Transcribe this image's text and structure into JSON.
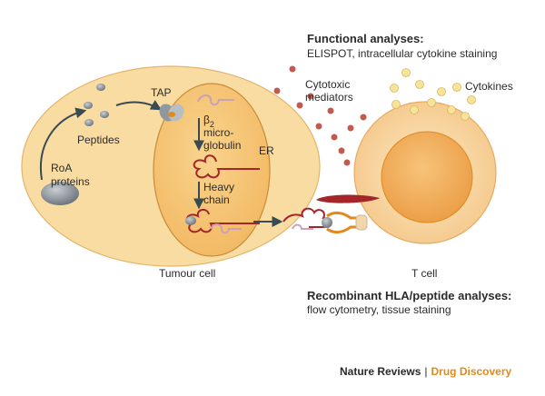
{
  "header": {
    "functional_title": "Functional analyses:",
    "functional_sub": "ELISPOT, intracellular cytokine staining"
  },
  "labels": {
    "tap": "TAP",
    "peptides": "Peptides",
    "roa_line1": "RoA",
    "roa_line2": "proteins",
    "beta_symbol": "β",
    "beta_sub": "2",
    "micro": "micro-",
    "globulin": "globulin",
    "er": "ER",
    "heavy": "Heavy",
    "chain": "chain",
    "cytotoxic": "Cytotoxic",
    "mediators": "mediators",
    "cytokines": "Cytokines",
    "tumour_cell": "Tumour cell",
    "t_cell": "T cell"
  },
  "footer": {
    "recomb_title": "Recombinant HLA/peptide analyses:",
    "recomb_sub": "flow cytometry, tissue staining",
    "journal": "Nature Reviews",
    "separator": "|",
    "section": "Drug Discovery"
  },
  "colors": {
    "cell_fill": "#f9dca2",
    "er_fill": "#f7c97a",
    "tcell_fill": "#fbd9a3",
    "nucleus_fill": "#f6b865",
    "accent": "#e08a1e",
    "heavy_chain": "#a3262b",
    "b2m": "#c8a0b8",
    "mediator": "#c25a4d",
    "cytokine": "#f7e39a",
    "arrow": "#3a4a52",
    "protein": "#8e989e"
  }
}
